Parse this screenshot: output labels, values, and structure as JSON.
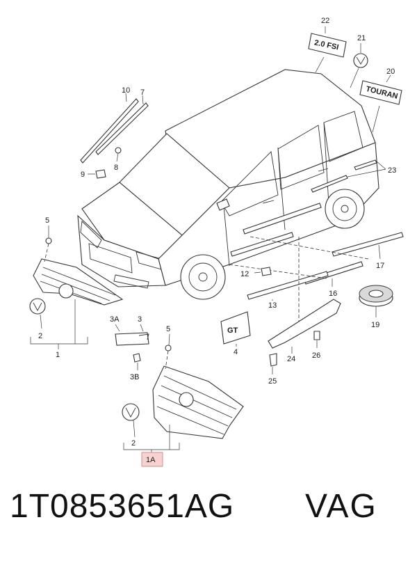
{
  "diagram": {
    "callouts": {
      "c22": "22",
      "c21": "21",
      "c20": "20",
      "c23": "23",
      "c10": "10",
      "c7": "7",
      "c8": "8",
      "c9": "9",
      "c5a": "5",
      "c2a": "2",
      "c1": "1",
      "c3a": "3A",
      "c3": "3",
      "c3b": "3B",
      "c5b": "5",
      "c2b": "2",
      "c1a": "1A",
      "c4": "4",
      "c12": "12",
      "c13": "13",
      "c16": "16",
      "c17": "17",
      "c19": "19",
      "c24": "24",
      "c25": "25",
      "c26": "26"
    },
    "badges": {
      "badge_22": "2.0 FSI",
      "badge_20": "TOURAN",
      "badge_4": "GT"
    },
    "highlight_color": "#f6d2d2"
  },
  "footer": {
    "part_number": "1T0853651AG",
    "brand": "VAG"
  }
}
